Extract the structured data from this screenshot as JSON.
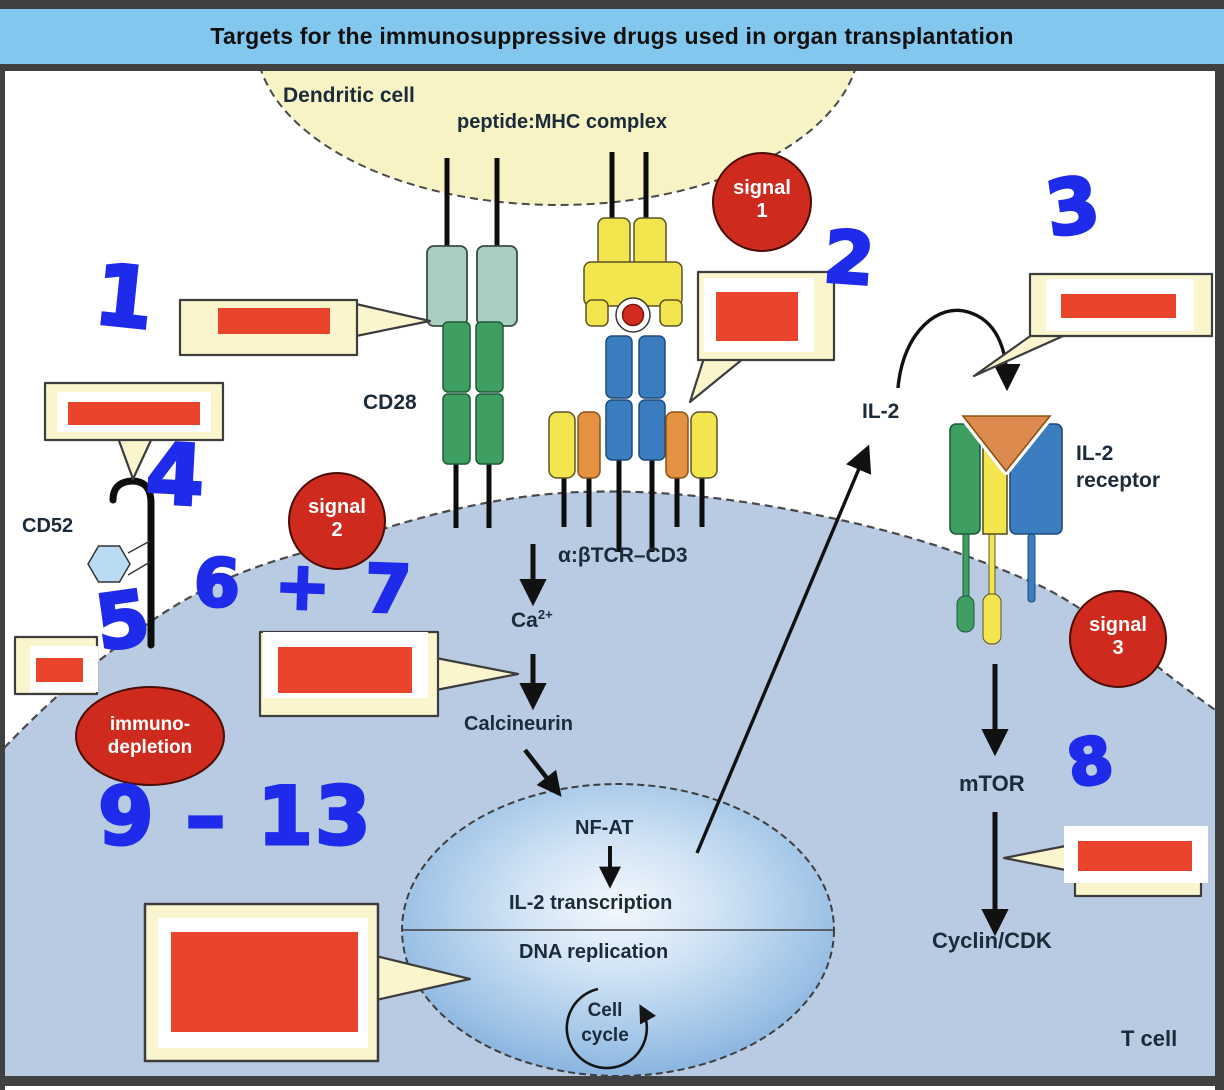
{
  "title": "Targets for the immunosuppressive drugs used in organ transplantation",
  "cell_labels": {
    "dendritic_cell": "Dendritic cell",
    "peptide_mhc": "peptide:MHC complex",
    "cd28": "CD28",
    "cd52": "CD52",
    "tcr_cd3": "α:βTCR–CD3",
    "ca_base": "Ca",
    "ca_sup": "2+",
    "calcineurin": "Calcineurin",
    "nfat": "NF-AT",
    "il2_transcription": "IL-2 transcription",
    "dna_replication": "DNA replication",
    "cell_cycle_1": "Cell",
    "cell_cycle_2": "cycle",
    "il2": "IL-2",
    "il2_receptor_1": "IL-2",
    "il2_receptor_2": "receptor",
    "mtor": "mTOR",
    "cyclin_cdk": "Cyclin/CDK",
    "t_cell": "T cell"
  },
  "badges": {
    "signal1_1": "signal",
    "signal1_2": "1",
    "signal2_1": "signal",
    "signal2_2": "2",
    "signal3_1": "signal",
    "signal3_2": "3",
    "immunodepletion_1": "immuno-",
    "immunodepletion_2": "depletion"
  },
  "handwritten": {
    "n1": "1",
    "n2": "2",
    "n3": "3",
    "n4": "4",
    "n5": "5",
    "n6_7": "6 + 7",
    "n8": "8",
    "n9_13": "9 – 13"
  },
  "colors": {
    "title_bar": "#82c8ee",
    "membrane_blue": "#b8cbe2",
    "dendritic_yellow": "#f7f3c5",
    "callout_cream": "#faf5cd",
    "redaction_red": "#e8452c",
    "badge_red": "#cf2a1e",
    "handwriting_blue": "#1e2bea",
    "nucleus_edge_blue": "#74a6d8"
  }
}
